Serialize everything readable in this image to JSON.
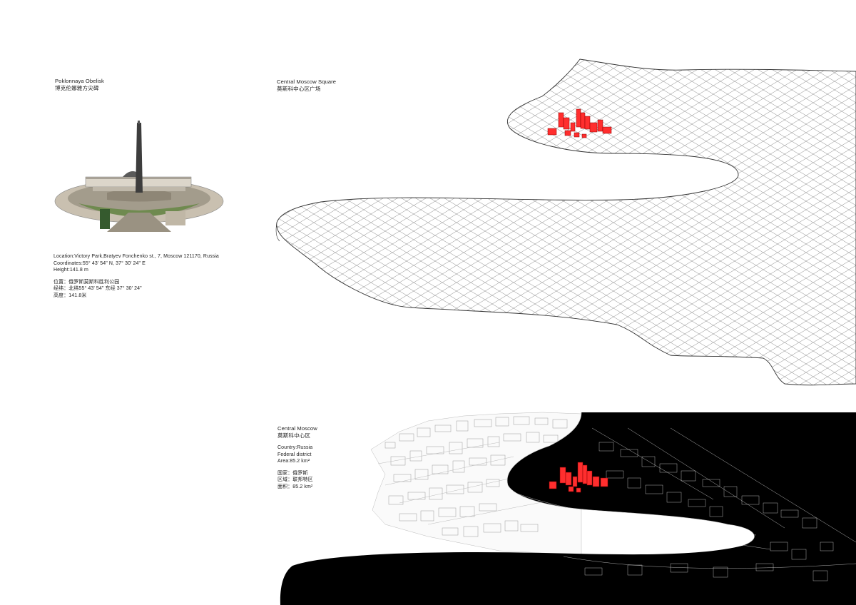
{
  "poklonnaya": {
    "title_en": "Poklonnaya Obelisk",
    "title_cn": "博克伦娜雅方尖碑",
    "info_en": [
      "Location:Victory Park,Bratyev Fonchenko st., 7, Moscow 121170, Russia",
      "Coordinates:55° 43' 54\" N, 37° 30' 24\" E",
      "Height:141.8 m"
    ],
    "info_cn": [
      "位置：俄罗斯莫斯科胜利公园",
      "经纬：北纬55° 43' 54\" 东经 37° 30' 24\"",
      "高度：141.8米"
    ]
  },
  "square": {
    "title_en": "Central Moscow Square",
    "title_cn": "莫斯科中心区广场"
  },
  "moscow": {
    "title_en": "Central Moscow",
    "title_cn": "莫斯科中心区",
    "info_en": [
      "Country:Russia",
      "Federal district",
      "Area:85.2 km²"
    ],
    "info_cn": [
      "国家：俄罗斯",
      "区域：联邦特区",
      "面积：85.2 km²"
    ]
  },
  "colors": {
    "highlight_buildings": "#ff2e2e",
    "ground": "#000000",
    "grid_lines": "#777777"
  }
}
